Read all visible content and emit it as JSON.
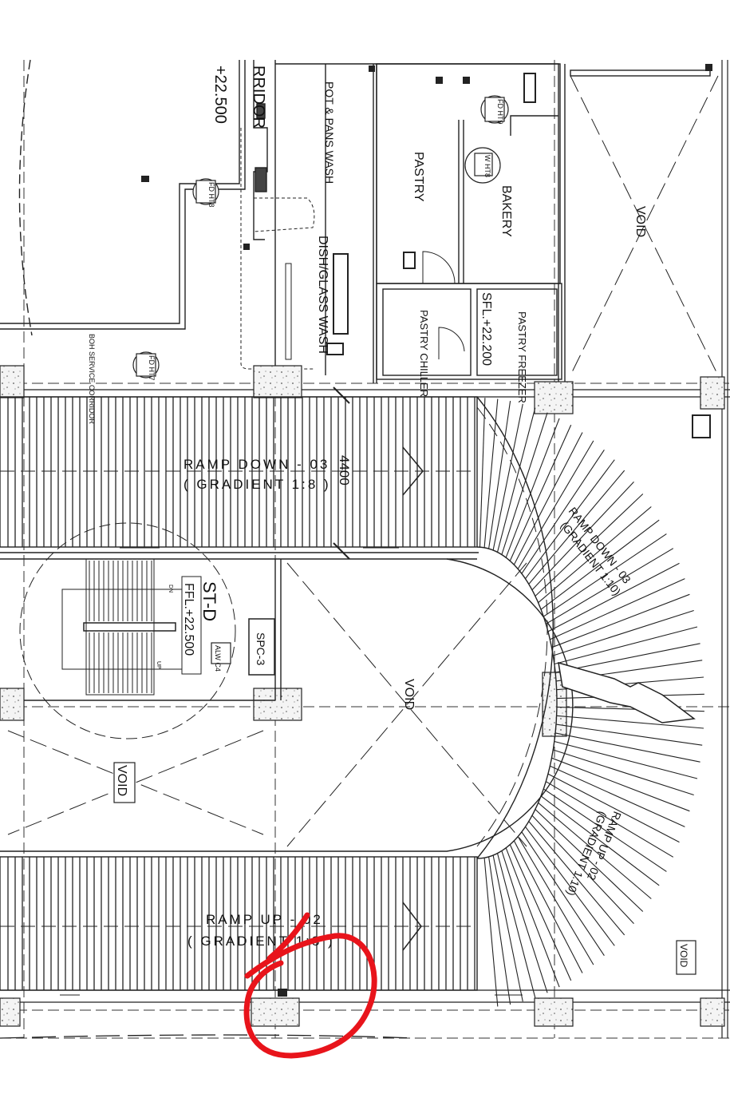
{
  "labels": {
    "corridor_level": "+22.500",
    "corridor": "RRIDOR",
    "pot_pans_wash": "POT & PANS WASH",
    "pastry": "PASTRY",
    "bakery": "BAKERY",
    "void_top": "VOID",
    "dish_glass_wash": "DISH/GLASS WASH",
    "pastry_chiller": "PASTRY CHILLER",
    "pastry_freezer": "PASTRY FREEZER",
    "sfl_level": "SFL.+22.200",
    "boh_service_corridor": "BOH SERVICE CORRIDOR",
    "tag_fd_ht8": "FD HT8",
    "tag_fd_ht7": "FD HT7",
    "tag_fd_ht9": "FD HT9",
    "tag_w_ht8": "W HT8",
    "ramp_down_03": "RAMP DOWN - 03",
    "ramp_down_03_gradient": "( GRADIENT 1:8 )",
    "dim_4400": "4400",
    "ramp_down_03_curved": "RAMP DOWN - 03",
    "ramp_down_03_curved_gradient": "(GRADIENT 1:10)",
    "st_d": "ST-D",
    "ffl_level": "FFL.+22.500",
    "spc_3": "SPC-3",
    "alw_tag": "ALW C4",
    "void_center": "VOID",
    "void_left": "VOID",
    "void_right": "VOID",
    "ramp_up_02": "RAMP UP - 02",
    "ramp_up_02_gradient": "( GRADIENT 1:8 )",
    "ramp_up_02_curved": "RAMP UP - 02",
    "ramp_up_02_curved_gradient": "(GRADIENT 1:10)",
    "dn": "DN",
    "up": "UP"
  },
  "markup_color": "#e8141b"
}
